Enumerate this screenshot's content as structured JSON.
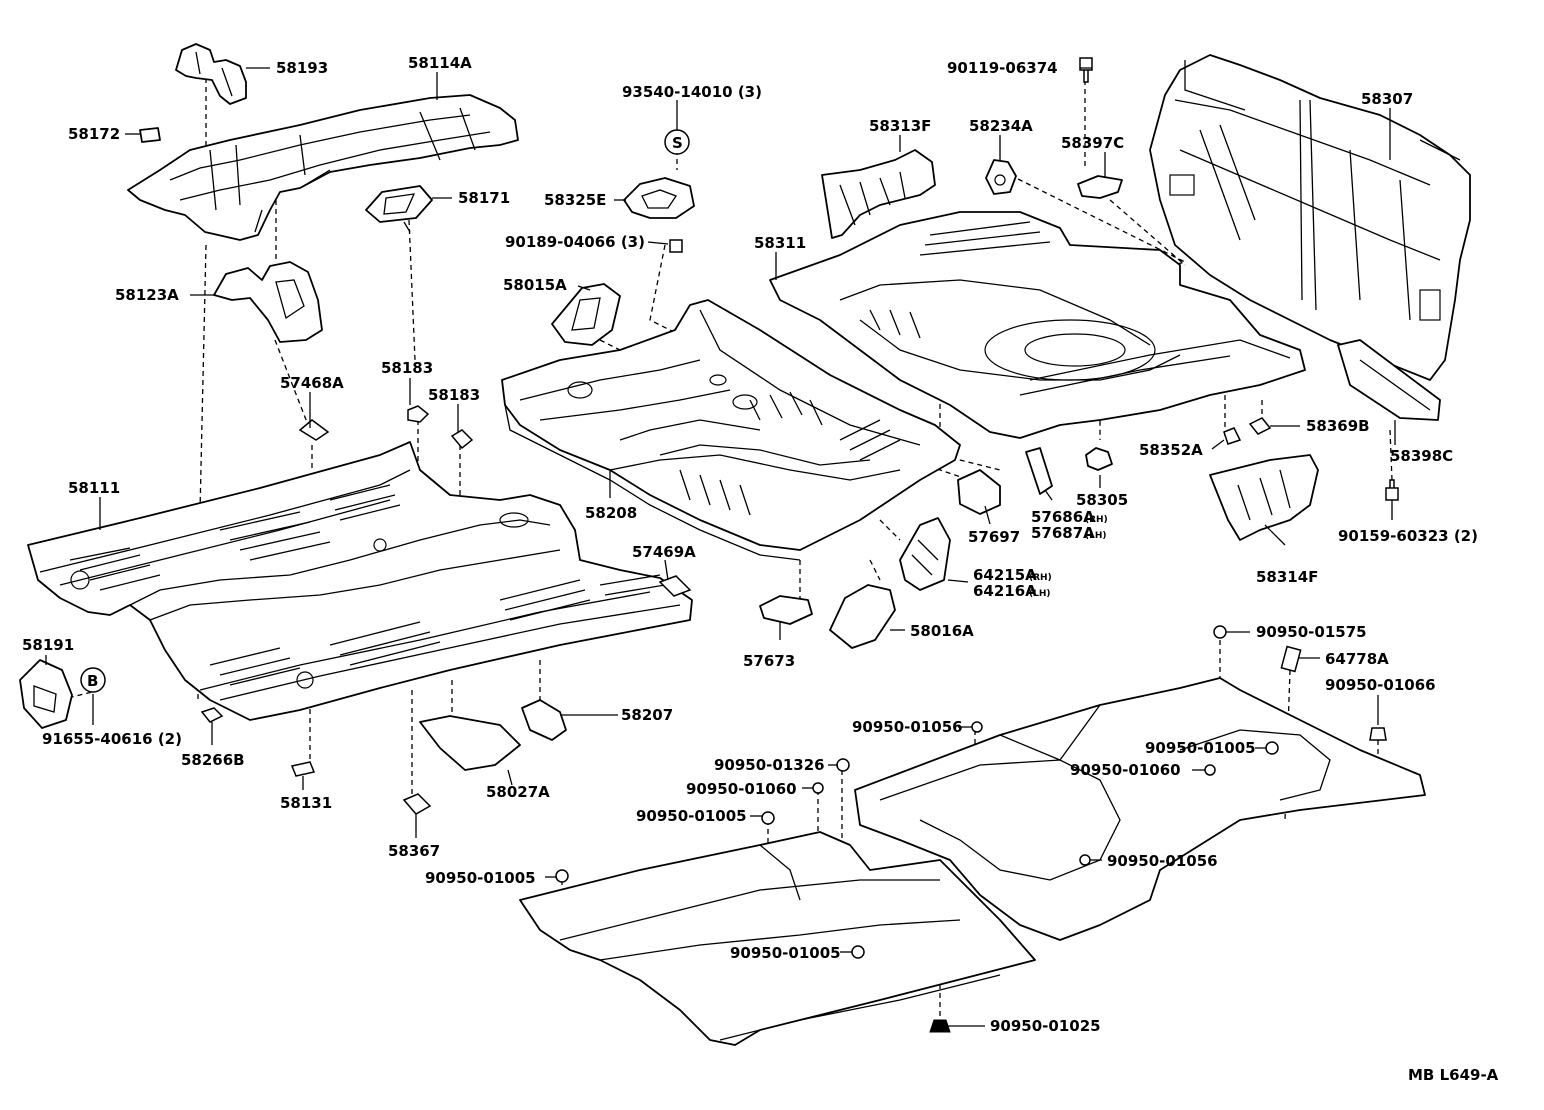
{
  "labels": {
    "p58193": "58193",
    "p58114A": "58114A",
    "p58172": "58172",
    "p58171": "58171",
    "p58123A": "58123A",
    "p93540": "93540-14010 (3)",
    "p58325E": "58325E",
    "p90189": "90189-04066 (3)",
    "p58015A": "58015A",
    "p58313F": "58313F",
    "p58234A": "58234A",
    "p90119": "90119-06374",
    "p58397C": "58397C",
    "p58307": "58307",
    "p58311": "58311",
    "p57468A": "57468A",
    "p58183a": "58183",
    "p58183b": "58183",
    "p58111": "58111",
    "p58208": "58208",
    "p57697": "57697",
    "p57686A": "57686A",
    "p57686A_side": "(RH)",
    "p57687A": "57687A",
    "p57687A_side": "(LH)",
    "p58305": "58305",
    "p58352A": "58352A",
    "p58369B": "58369B",
    "p58398C": "58398C",
    "p90159": "90159-60323 (2)",
    "p58314F": "58314F",
    "p57469A": "57469A",
    "p64215A": "64215A",
    "p64215A_side": "(RH)",
    "p64216A": "64216A",
    "p64216A_side": "(LH)",
    "p58016A": "58016A",
    "p57673": "57673",
    "p58191": "58191",
    "p91655": "91655-40616 (2)",
    "p58266B": "58266B",
    "p58131": "58131",
    "p58207": "58207",
    "p58027A": "58027A",
    "p58367": "58367",
    "p90950_01575": "90950-01575",
    "p64778A": "64778A",
    "p90950_01066": "90950-01066",
    "p90950_01056a": "90950-01056",
    "p90950_01005a": "90950-01005",
    "p90950_01326": "90950-01326",
    "p90950_01060a": "90950-01060",
    "p90950_01060b": "90950-01060",
    "p90950_01005b": "90950-01005",
    "p90950_01056b": "90950-01056",
    "p90950_01005c": "90950-01005",
    "p90950_01005d": "90950-01005",
    "p90950_01025": "90950-01025",
    "circ_s": "S",
    "circ_b": "B",
    "footer_code": "MB L649-A"
  },
  "colors": {
    "line": "#000000",
    "background": "#ffffff"
  }
}
